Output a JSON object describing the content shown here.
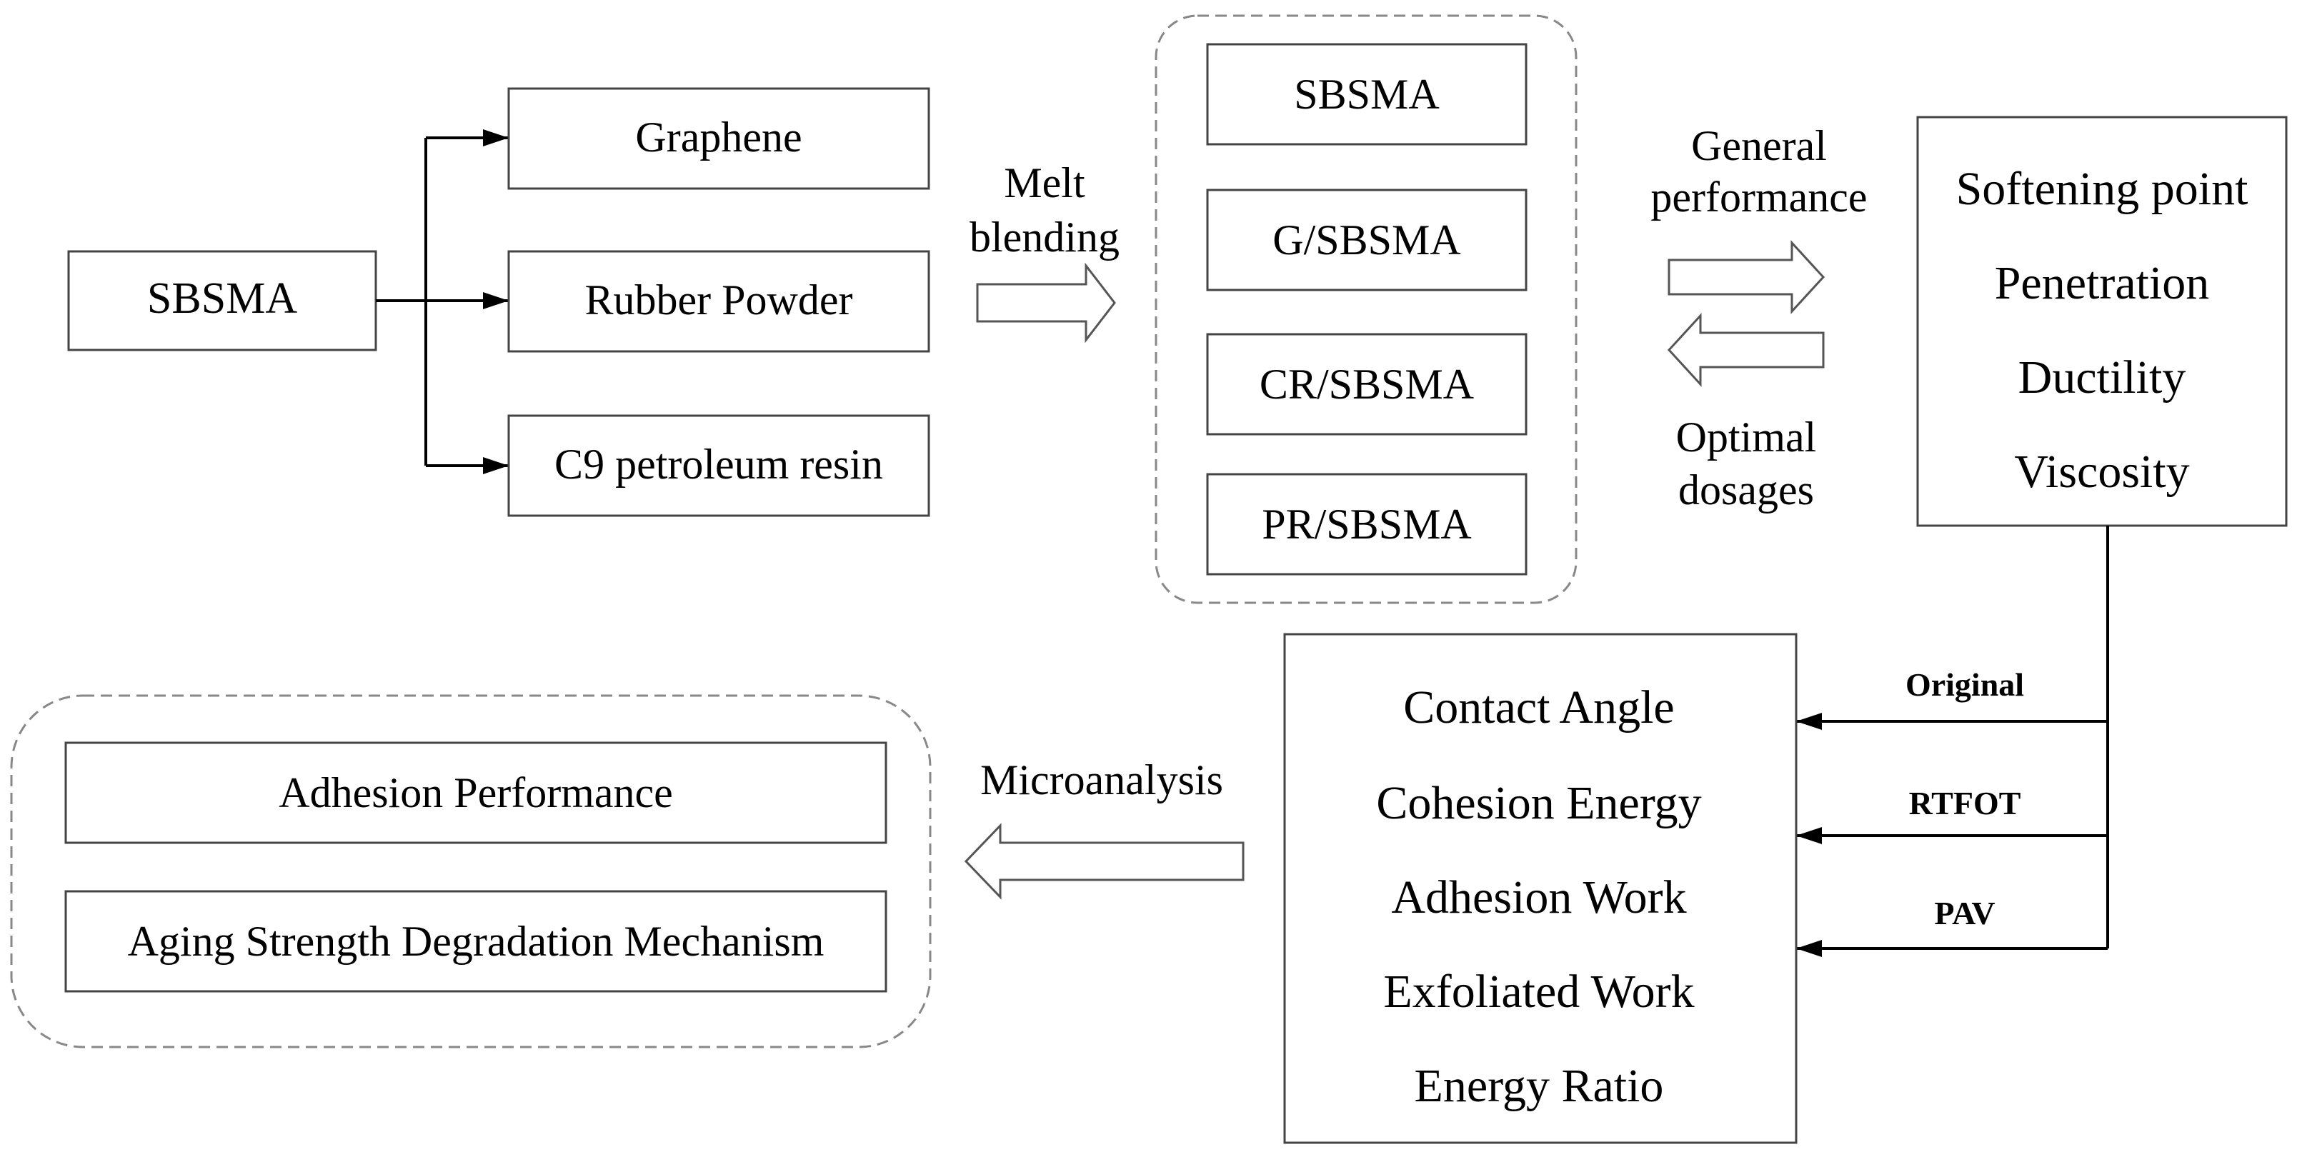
{
  "source": {
    "label": "SBSMA"
  },
  "modifiers": [
    "Graphene",
    "Rubber Powder",
    "C9 petroleum resin"
  ],
  "melt_blending": {
    "line1": "Melt",
    "line2": "blending"
  },
  "asphalts": [
    "SBSMA",
    "G/SBSMA",
    "CR/SBSMA",
    "PR/SBSMA"
  ],
  "general_performance": {
    "line1": "General",
    "line2": "performance"
  },
  "optimal_dosages": {
    "line1": "Optimal",
    "line2": "dosages"
  },
  "properties": [
    "Softening point",
    "Penetration",
    "Ductility",
    "Viscosity"
  ],
  "aging_conditions": [
    "Original",
    "RTFOT",
    "PAV"
  ],
  "surface_energy_tests": [
    "Contact Angle",
    "Cohesion Energy",
    "Adhesion Work",
    "Exfoliated Work",
    "Energy Ratio"
  ],
  "microanalysis": {
    "label": "Microanalysis"
  },
  "outcomes": [
    "Adhesion Performance",
    "Aging Strength Degradation Mechanism"
  ],
  "colors": {
    "stroke": "#000000",
    "box_border": "#444444",
    "group_border": "#888888",
    "hollow_arrow_border": "#555555"
  }
}
